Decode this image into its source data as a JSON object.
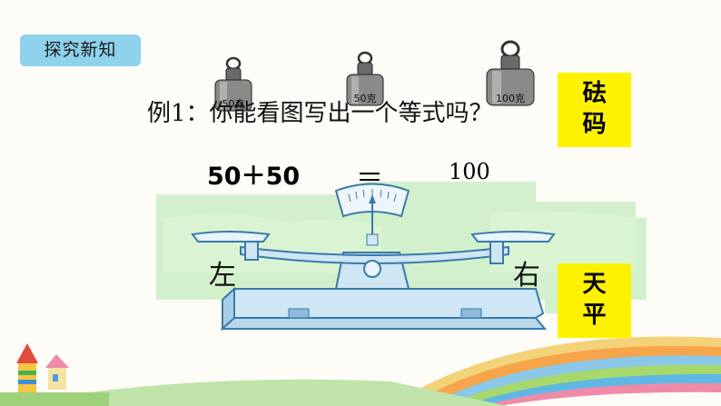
{
  "section_tag": "探究新知",
  "weights": [
    {
      "label": "50克"
    },
    {
      "label": "50克"
    },
    {
      "label": "100克"
    }
  ],
  "question": "例1：你能看图写出一个等式吗？",
  "equation": {
    "left": "50＋50",
    "equals": "＝",
    "right": "100"
  },
  "weight_card": {
    "line1": "砝",
    "line2": "码"
  },
  "balance_card": {
    "line1": "天",
    "line2": "平"
  },
  "scale": {
    "left_label": "左",
    "right_label": "右"
  },
  "colors": {
    "tag_bg": "#8ed2eb",
    "card_bg": "#fff200",
    "grass": "#c9efc2",
    "scale_fill": "#cfe6f4",
    "scale_stroke": "#3a7aaa"
  }
}
